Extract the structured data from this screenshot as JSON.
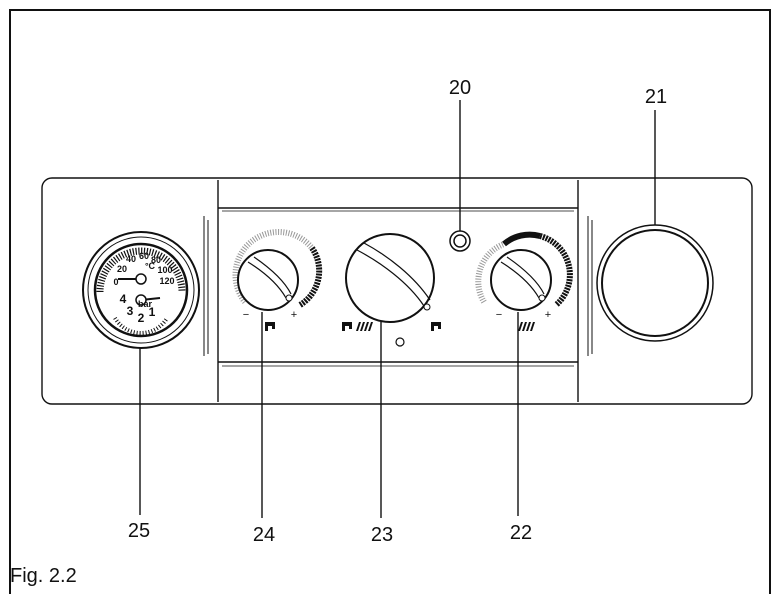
{
  "labels": {
    "pressure_gauge": "25",
    "dhw_knob": "24",
    "mode_selector": "23",
    "heating_knob": "22",
    "indicator_lamp": "20",
    "blank_cover": "21"
  },
  "caption": "Fig. 2.2",
  "gauge": {
    "temp_scale": [
      "0",
      "20",
      "40",
      "60",
      "80",
      "100",
      "120"
    ],
    "temp_unit": "°C",
    "pressure_scale": [
      "1",
      "2",
      "3",
      "4"
    ],
    "pressure_unit": "bar"
  },
  "knob_signs": {
    "minus": "−",
    "plus": "+"
  },
  "icons": {
    "dhw_knob_symbol": "tap-icon",
    "mode_left_symbol": "tap-radiator-icon",
    "mode_right_symbol": "tap-icon",
    "heating_knob_symbol": "radiator-icon"
  }
}
